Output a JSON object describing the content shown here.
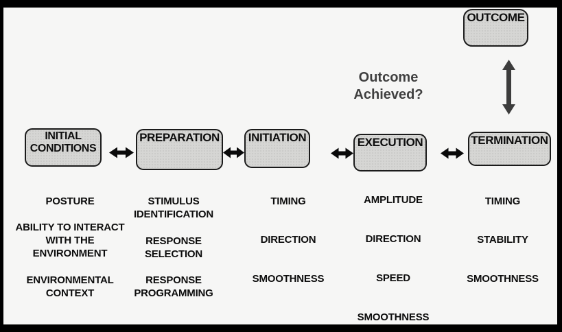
{
  "stages": [
    {
      "id": "initial-conditions",
      "lines": [
        "INITIAL",
        "CONDITIONS"
      ]
    },
    {
      "id": "preparation",
      "lines": [
        "PREPARATION"
      ]
    },
    {
      "id": "initiation",
      "lines": [
        "INITIATION"
      ]
    },
    {
      "id": "execution",
      "lines": [
        "EXECUTION"
      ]
    },
    {
      "id": "termination",
      "lines": [
        "TERMINATION"
      ]
    }
  ],
  "outcome_box": {
    "label": "OUTCOME"
  },
  "outcome_question": {
    "lines": [
      "Outcome",
      "Achieved?"
    ]
  },
  "attributes": {
    "initial_conditions": [
      [
        "POSTURE"
      ],
      [
        "ABILITY TO INTERACT",
        "WITH THE",
        "ENVIRONMENT"
      ],
      [
        "ENVIRONMENTAL",
        "CONTEXT"
      ]
    ],
    "preparation": [
      [
        "STIMULUS",
        "IDENTIFICATION"
      ],
      [
        "RESPONSE",
        "SELECTION"
      ],
      [
        "RESPONSE",
        "PROGRAMMING"
      ]
    ],
    "initiation": [
      [
        "TIMING"
      ],
      [
        "DIRECTION"
      ],
      [
        "SMOOTHNESS"
      ]
    ],
    "execution": [
      [
        "AMPLITUDE"
      ],
      [
        "DIRECTION"
      ],
      [
        "SPEED"
      ],
      [
        "SMOOTHNESS"
      ]
    ],
    "termination": [
      [
        "TIMING"
      ],
      [
        "STABILITY"
      ],
      [
        "SMOOTHNESS"
      ]
    ]
  },
  "colors": {
    "frame": "#000000",
    "background": "#f6f6f5",
    "box_fill": "#d6d6d4",
    "box_border": "#1b1b1b",
    "text": "#0d0d0d",
    "question_text": "#3f3f3f",
    "horizontal_arrow": "#0a0a0a",
    "vertical_arrow": "#3c3c3c"
  }
}
